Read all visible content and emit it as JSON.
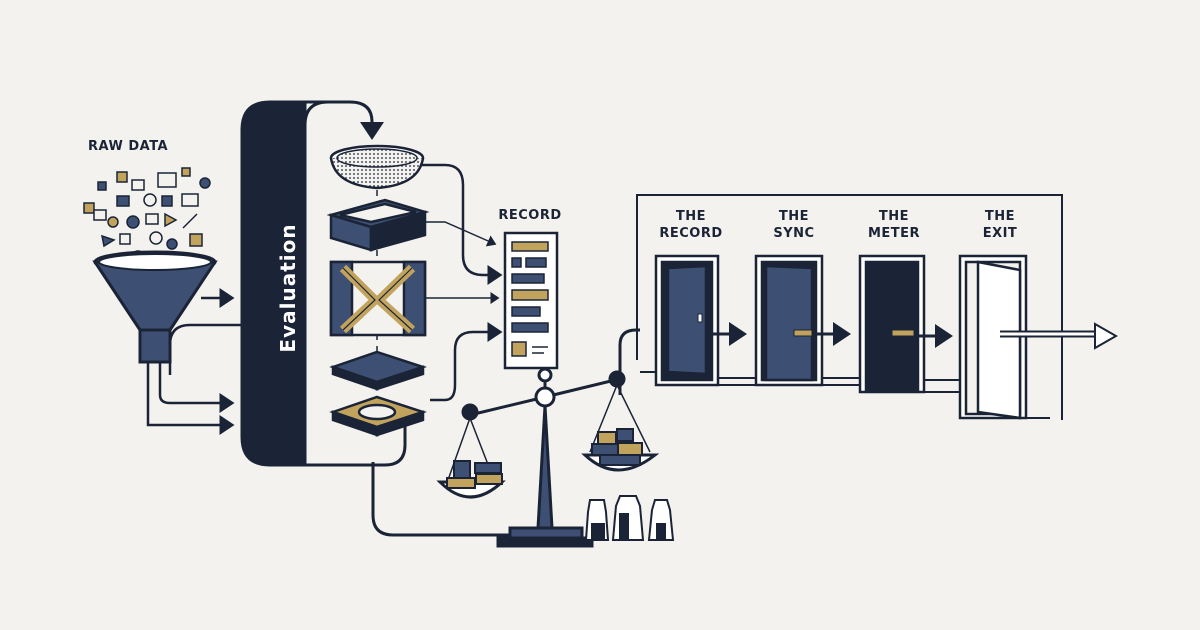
{
  "diagram": {
    "input_label": "RAW DATA",
    "stage_label": "Evaluation",
    "record_label": "RECORD",
    "doors": [
      {
        "line1": "THE",
        "line2": "RECORD"
      },
      {
        "line1": "THE",
        "line2": "SYNC"
      },
      {
        "line1": "THE",
        "line2": "METER"
      },
      {
        "line1": "THE",
        "line2": "EXIT"
      }
    ]
  },
  "colors": {
    "background": "#f3f2ee",
    "navy": "#1b2436",
    "slate_blue": "#3d4f73",
    "gold": "#c2a35e",
    "white": "#ffffff"
  }
}
